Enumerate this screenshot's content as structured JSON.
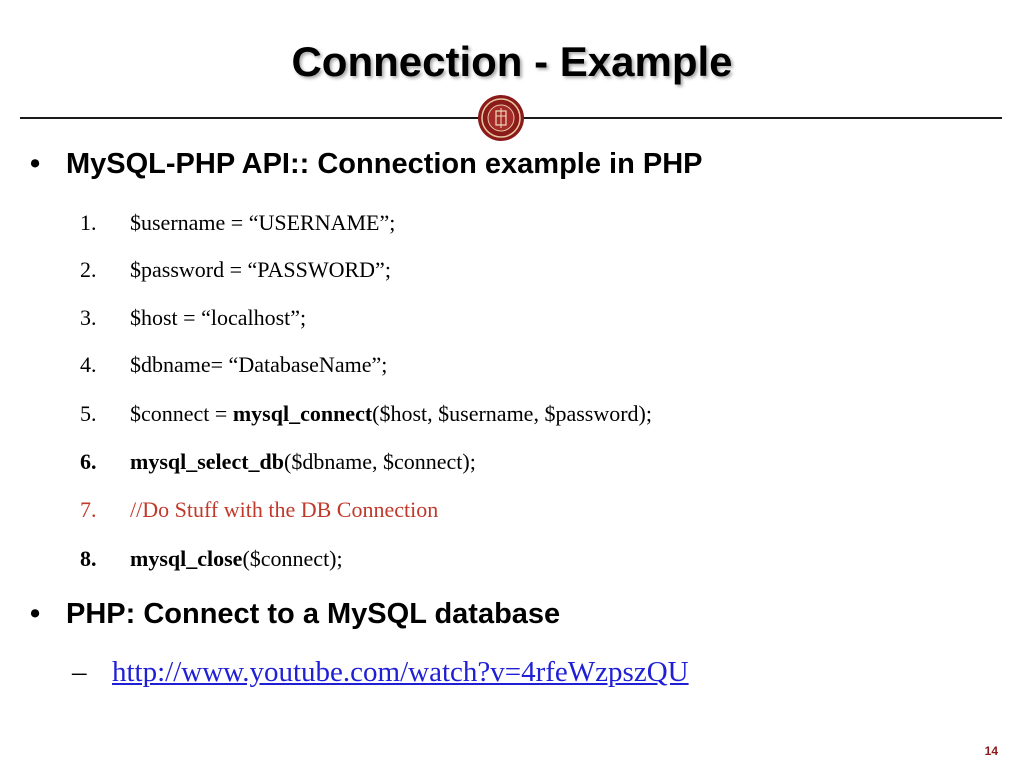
{
  "slide": {
    "title": "Connection - Example",
    "bullets": [
      "MySQL-PHP API:: Connection example in PHP",
      "PHP: Connect to a MySQL database"
    ],
    "code_lines": [
      {
        "num": "1.",
        "pre": "$username = “USERNAME”;",
        "bold": "",
        "post": ""
      },
      {
        "num": "2.",
        "pre": "$password = “PASSWORD”;",
        "bold": "",
        "post": ""
      },
      {
        "num": "3.",
        "pre": "$host = “localhost”;",
        "bold": "",
        "post": ""
      },
      {
        "num": "4.",
        "pre": "$dbname= “DatabaseName”;",
        "bold": "",
        "post": ""
      },
      {
        "num": "5.",
        "pre": "$connect = ",
        "bold": "mysql_connect",
        "post": "($host, $username, $password);"
      },
      {
        "num": "6.",
        "pre": "",
        "bold": "mysql_select_db",
        "post": "($dbname, $connect);"
      },
      {
        "num": "7.",
        "pre": "//Do Stuff with the DB Connection",
        "bold": "",
        "post": ""
      },
      {
        "num": "8.",
        "pre": "",
        "bold": "mysql_close",
        "post": "($connect);"
      }
    ],
    "link_dash": "–",
    "link": "http://www.youtube.com/watch?v=4rfeWzpszQU",
    "page_number": "14",
    "colors": {
      "comment": "#c0392b",
      "link": "#1f1fd6",
      "seal": "#8b1a1a"
    }
  }
}
